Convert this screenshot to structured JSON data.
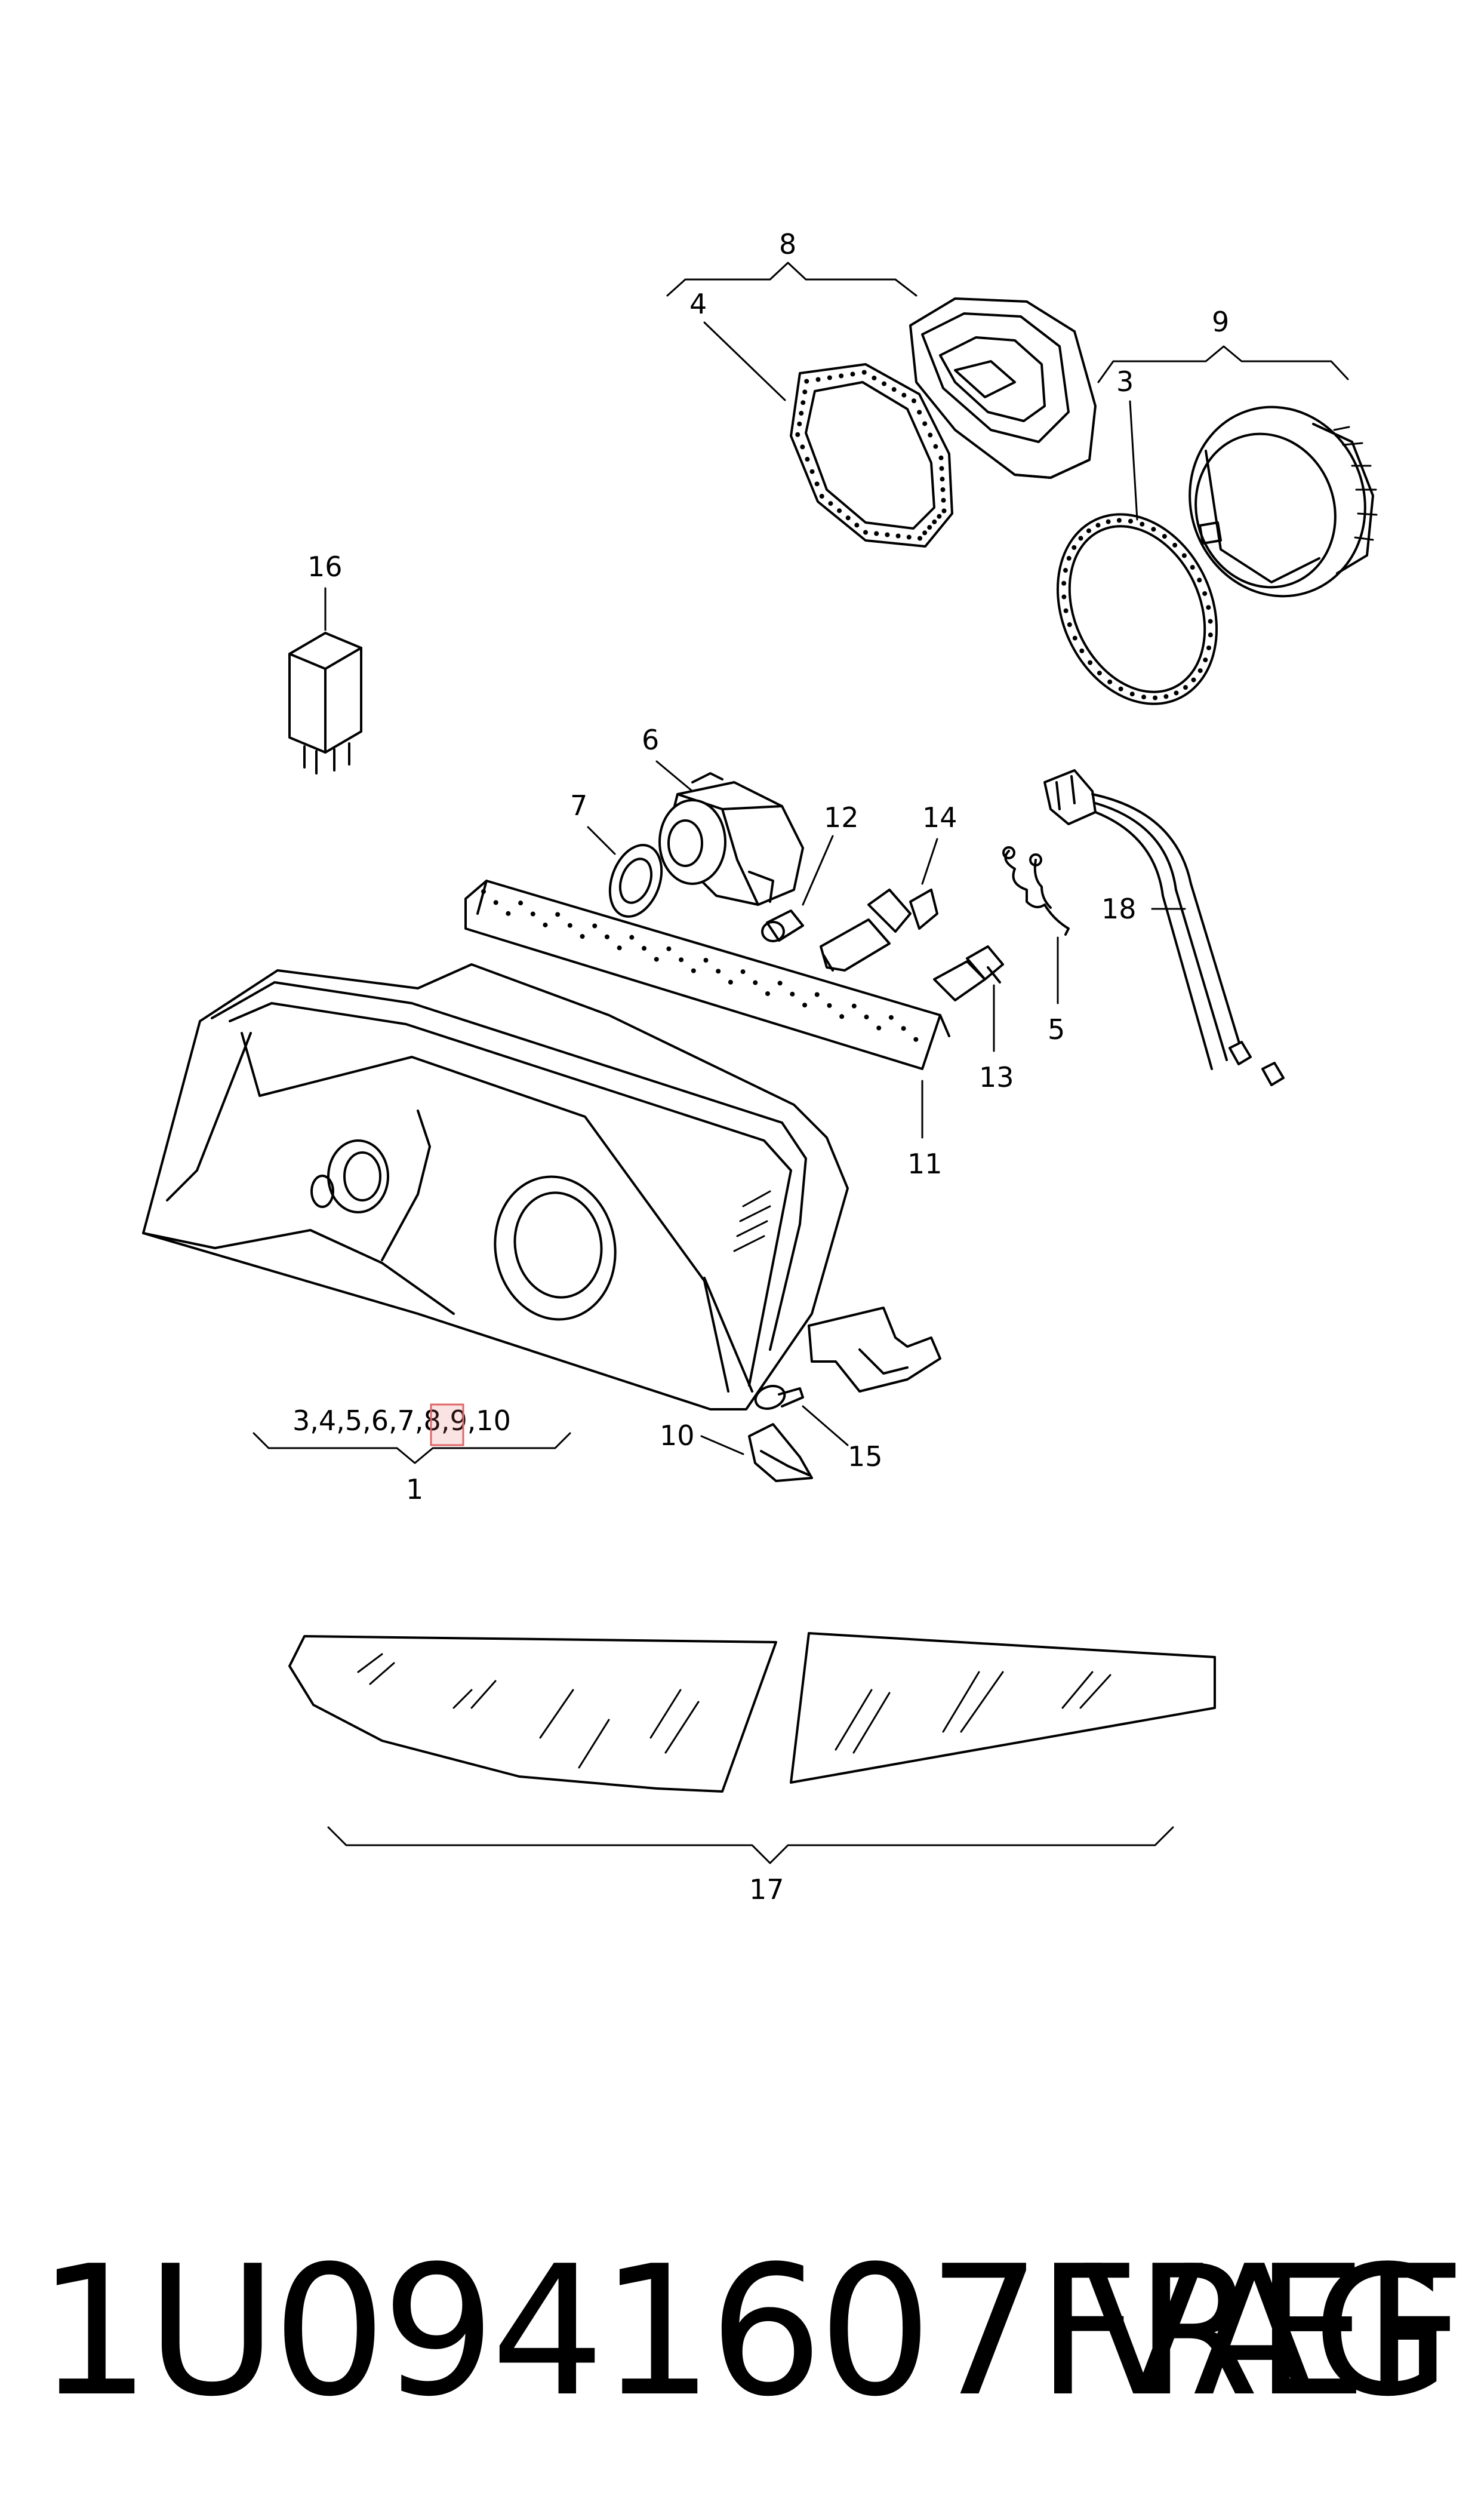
{
  "callouts": {
    "c1": "1",
    "c3a": "3",
    "c3": "3",
    "c4a": "4",
    "c4": "4",
    "c5a": "5",
    "c5": "5",
    "c6a": "6",
    "c6": "6",
    "c7a": "7",
    "c7": "7",
    "c8a": "8",
    "c8": "8",
    "c9a": "9",
    "c9": "9",
    "c10a": "10",
    "c10": "10",
    "c11": "11",
    "c12": "12",
    "c13": "13",
    "c14": "14",
    "c15": "15",
    "c16": "16",
    "c17": "17",
    "c18": "18"
  },
  "sep": ",",
  "highlight_color": "#e06666",
  "footer": {
    "part_number": "1U0941607FREF",
    "brand": "VAG"
  }
}
